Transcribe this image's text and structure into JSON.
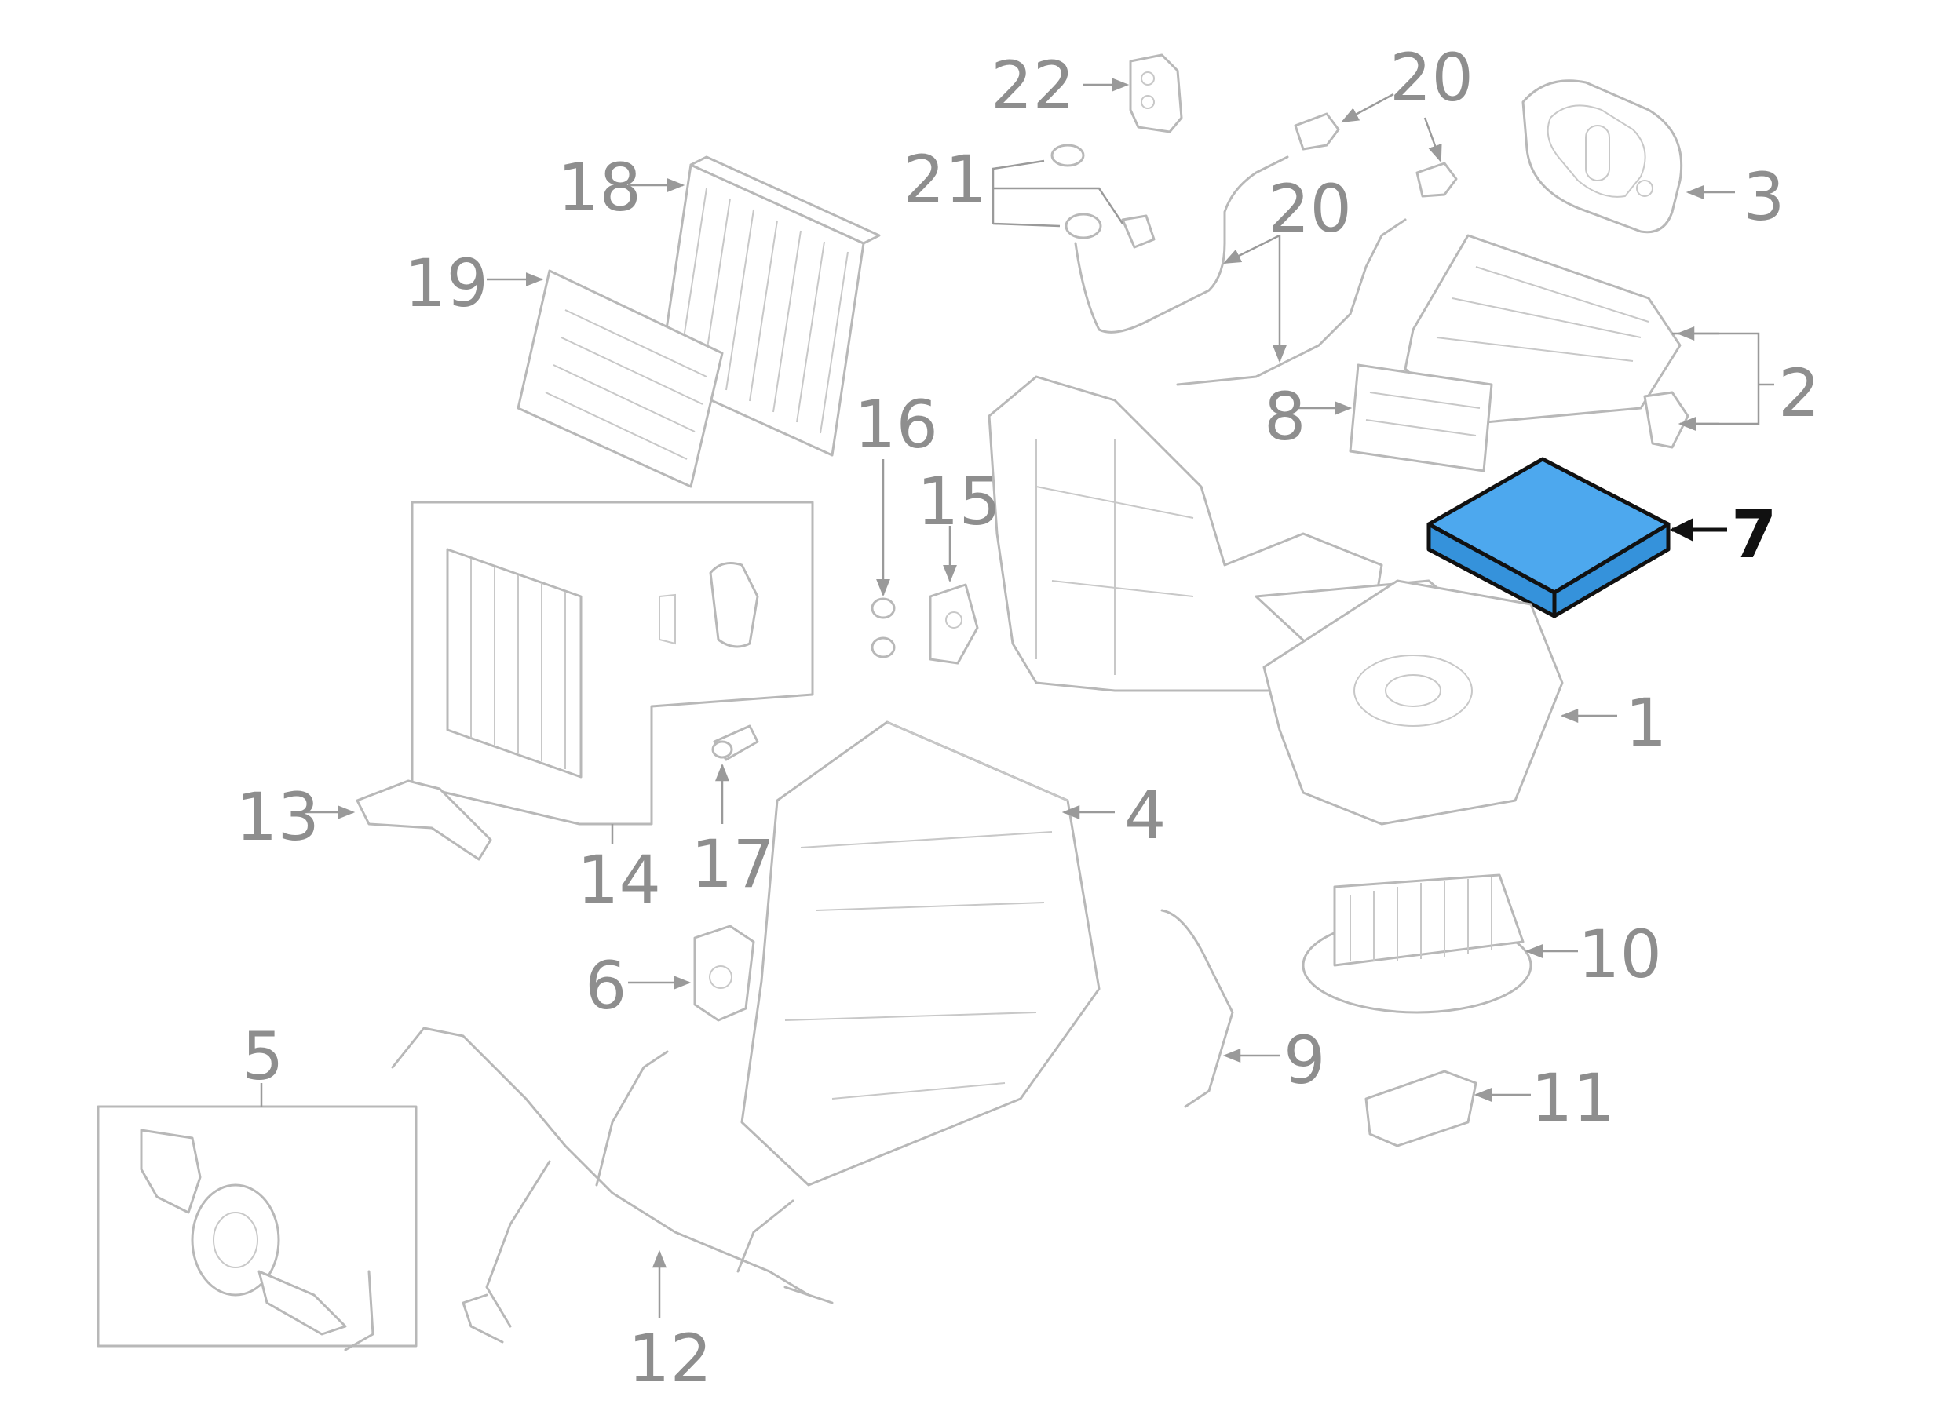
{
  "callouts": {
    "c1": "1",
    "c2": "2",
    "c3": "3",
    "c4": "4",
    "c5": "5",
    "c6": "6",
    "c7": "7",
    "c8": "8",
    "c9": "9",
    "c10": "10",
    "c11": "11",
    "c12": "12",
    "c13": "13",
    "c14": "14",
    "c15": "15",
    "c16": "16",
    "c17": "17",
    "c18": "18",
    "c19": "19",
    "c20a": "20",
    "c20b": "20",
    "c21": "21",
    "c22": "22"
  },
  "colors": {
    "highlight_fill": "#4da8ee",
    "highlight_side": "#3592db",
    "line_gray": "#b8b8b8",
    "label_gray": "#8e8e8e",
    "label_highlight": "#111111"
  }
}
